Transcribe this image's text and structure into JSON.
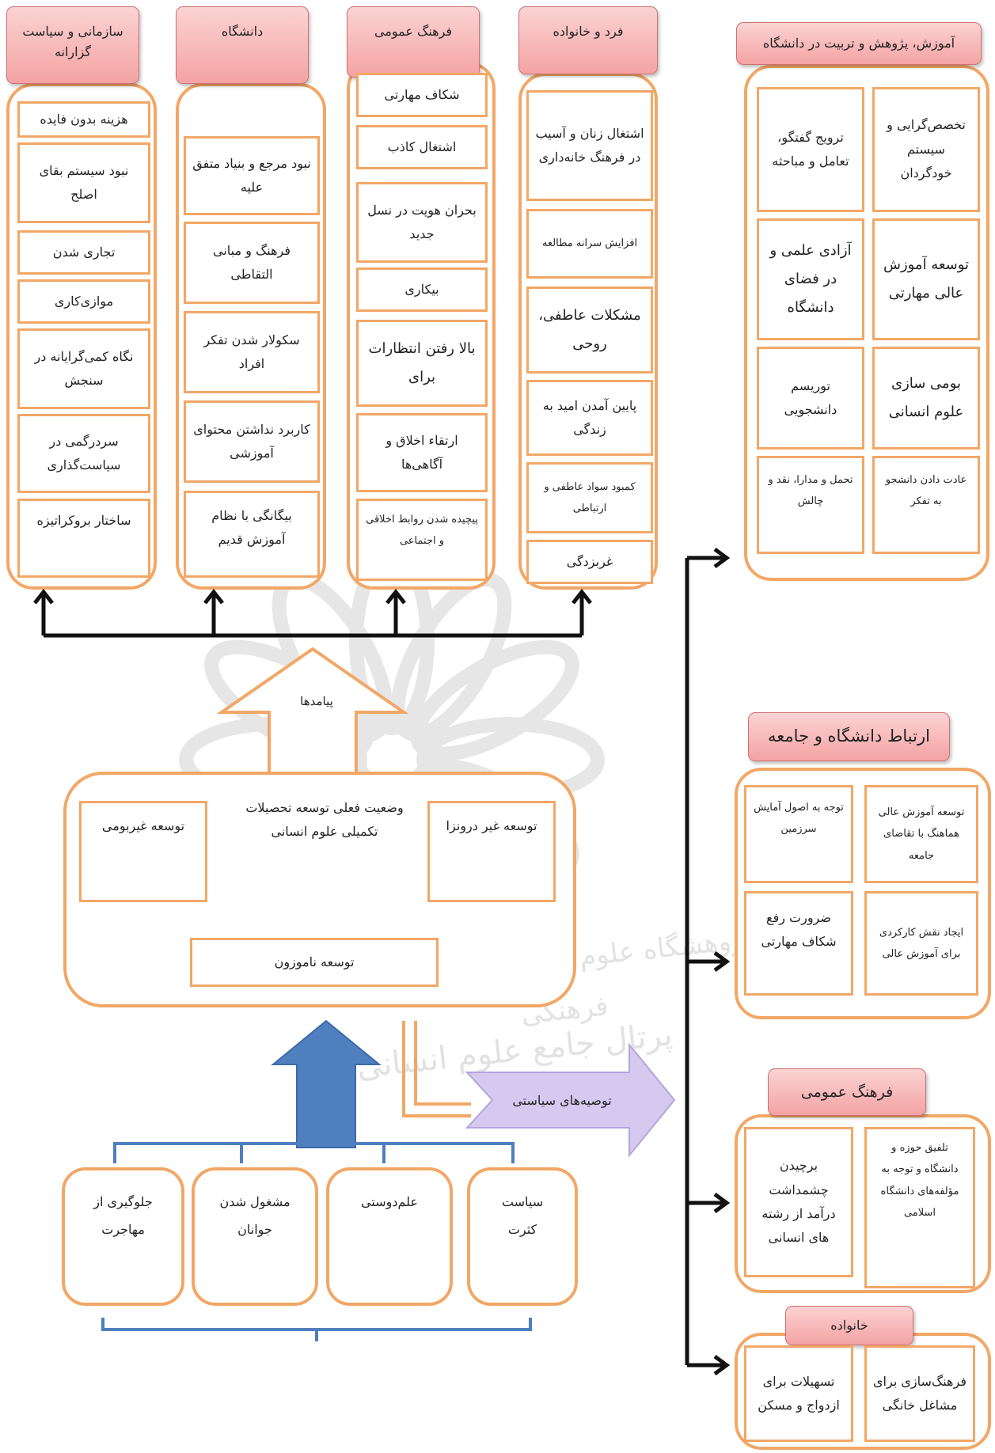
{
  "watermark": {
    "line1": "پژوهشگاه علوم انسانی و مطالعات فرهنگی",
    "line2": "پرتال جامع علوم انسانی"
  },
  "top_columns": [
    {
      "header": "سازمانی و سیاست گزارانه",
      "items": [
        "هزینه بدون فایده",
        "نبود سیستم بقای اصلح",
        "تجاری شدن",
        "موازی‌کاری",
        "نگاه کمی‌گرایانه در سنجش",
        "سردرگمی در سیاست‌گذاری",
        "ساختار بروکراتیزه"
      ]
    },
    {
      "header": "دانشگاه",
      "items": [
        "نبود مرجع و بنیاد متفق علیه",
        "فرهنگ و مبانی التقاطی",
        "سکولار شدن تفکر افراد",
        "کاربرد نداشتن محتوای آموزشی",
        "بیگانگی با نظام آموزش قدیم"
      ]
    },
    {
      "header": "فرهنگ عمومی",
      "items": [
        "شکاف مهارتی",
        "اشتغال کاذب",
        "بحران هویت در نسل جدید",
        "بیکاری",
        "بالا رفتن انتظارات برای",
        "ارتقاء اخلاق و آگاهی‌ها",
        "پیچیده شدن روابط اخلاقی و اجتماعی"
      ]
    },
    {
      "header": "فرد و خانواده",
      "items": [
        "اشتغال زنان و آسیب در فرهنگ خانه‌داری",
        "افزایش سرانه مطالعه",
        "مشکلات عاطفی، روحی",
        "پایین آمدن امید به زندگی",
        "کمبود سواد عاطفی و ارتباطی",
        "غربزدگی"
      ]
    }
  ],
  "center": {
    "consequences_label": "پیامدها",
    "title": "وضعیت فعلی توسعه تحصیلات تکمیلی علوم انسانی",
    "left_box": "توسعه غیربومی",
    "right_box": "توسعه غیر درونزا",
    "bottom_box": "توسعه ناموزون",
    "policy_label": "توصیه‌های سیاستی"
  },
  "causes": [
    "جلوگیری از مهاجرت",
    "مشغول شدن جوانان",
    "علم‌دوستی",
    "سیاست کثرت"
  ],
  "right_groups": [
    {
      "header": "آموزش، پژوهش و تربیت در دانشگاه",
      "items": [
        "تخصص‌گرایی و سیستم خودگردان",
        "ترویج گفتگو، تعامل و مباحثه",
        "توسعه آموزش عالی مهارتی",
        "آزادی علمی و در فضای دانشگاه",
        "بومی سازی علوم انسانی",
        "توریسم دانشجویی",
        "عادت دادن دانشجو به تفکر",
        "تحمل و مدارا، نقد و چالش"
      ]
    },
    {
      "header": "ارتباط دانشگاه و جامعه",
      "items": [
        "توسعه آموزش عالی هماهنگ با تقاضای جامعه",
        "توجه به اصول آمایش سرزمین",
        "ایجاد نقش کارکردی برای آموزش عالی",
        "ضرورت رفع شکاف مهارتی"
      ]
    },
    {
      "header": "فرهنگ عمومی",
      "items": [
        "تلفیق حوزه و دانشگاه و توجه به مؤلفه‌های دانشگاه اسلامی",
        "برچیدن چشمداشت درآمد از رشته های انسانی"
      ]
    },
    {
      "header": "خانواده",
      "items": [
        "فرهنگ‌سازی برای مشاغل خانگی",
        "تسهیلات برای ازدواج و مسکن"
      ]
    }
  ],
  "colors": {
    "orange_border": "#f2a766",
    "header_pink": "#f4a3a3",
    "blue_arrow": "#4f7fbf",
    "purple_arrow": "#d5c9ef"
  }
}
